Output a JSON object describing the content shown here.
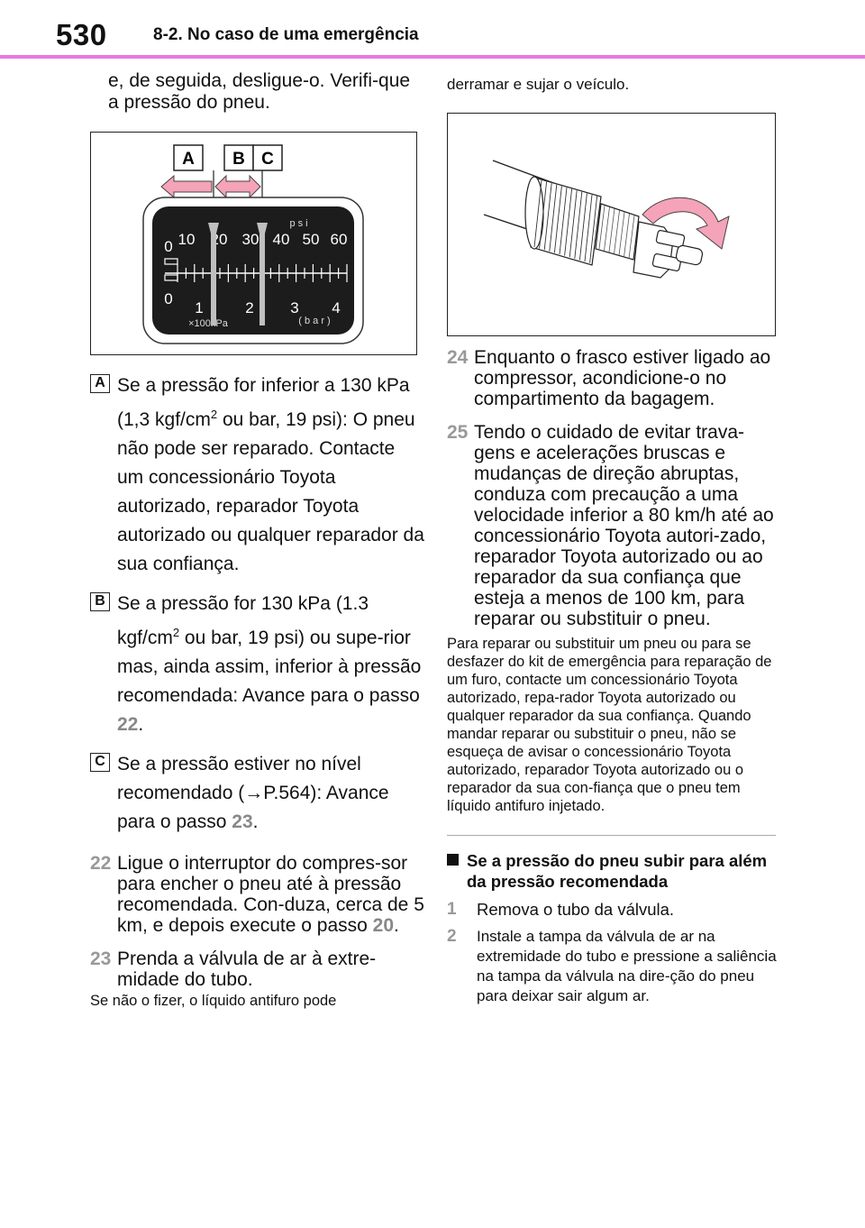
{
  "header": {
    "page_number": "530",
    "section": "8-2. No caso de uma emergência"
  },
  "left": {
    "intro": "e, de seguida, desligue-o. Verifi-que a pressão do pneu.",
    "gauge_figure": {
      "labels": [
        "A",
        "B",
        "C"
      ],
      "psi_unit": "psi",
      "psi_ticks": [
        "0",
        "10",
        "20",
        "30",
        "40",
        "50",
        "60"
      ],
      "bar_ticks": [
        "0",
        "1",
        "2",
        "3",
        "4"
      ],
      "kpa_unit": "×100kPa",
      "bar_unit": "( b a r )"
    },
    "items": [
      {
        "label": "A",
        "text_pre": "Se a pressão for inferior a 130 kPa (1,3 kgf/cm",
        "sup": "2",
        "text_post": " ou bar, 19 psi): O pneu não pode ser reparado. Contacte um concessionário Toyota autorizado, reparador Toyota autorizado ou qualquer reparador da sua confiança."
      },
      {
        "label": "B",
        "text_pre": "Se a pressão for 130 kPa (1.3 kgf/cm",
        "sup": "2",
        "text_post": " ou bar, 19 psi) ou supe-rior mas, ainda assim, inferior à pressão recomendada: Avance para o passo ",
        "ref": "22",
        "end": "."
      },
      {
        "label": "C",
        "text_pre": "Se a pressão estiver no nível recomendado (→P.564): Avance para o passo ",
        "ref": "23",
        "end": "."
      }
    ],
    "step22": {
      "num": "22",
      "text": "Ligue o interruptor do compres-sor para encher o pneu até à pressão recomendada. Con-duza, cerca de 5 km, e depois execute o passo ",
      "ref": "20",
      "end": "."
    },
    "step23": {
      "num": "23",
      "text": "Prenda a válvula de ar à extre-midade do tubo."
    },
    "note23": "Se não o fizer, o líquido antifuro pode"
  },
  "right": {
    "continued": "derramar e sujar o veículo.",
    "step24": {
      "num": "24",
      "text": "Enquanto o frasco estiver ligado ao compressor, acondicione-o no compartimento da bagagem."
    },
    "step25": {
      "num": "25",
      "text": "Tendo o cuidado de evitar trava-gens e acelerações bruscas e mudanças de direção abruptas, conduza com precaução a uma velocidade inferior a 80 km/h até ao concessionário Toyota autori-zado, reparador Toyota autorizado ou ao reparador da sua confiança que esteja a menos de 100 km, para reparar ou substituir o pneu."
    },
    "note25": "Para reparar ou substituir um pneu ou para se desfazer do kit de emergência para reparação de um furo, contacte um concessionário Toyota autorizado, repa-rador Toyota autorizado ou qualquer reparador da sua confiança. Quando mandar reparar ou substituir o pneu, não se esqueça de avisar o concessionário Toyota autorizado, reparador Toyota autorizado ou o reparador da sua con-fiança que o pneu tem líquido antifuro injetado.",
    "subheading": "Se a pressão do pneu subir para além da pressão recomendada",
    "sub_steps": [
      {
        "num": "1",
        "text": "Remova o tubo da válvula."
      },
      {
        "num": "2",
        "text": "Instale a tampa da válvula de ar na extremidade do tubo e pressione a saliência na tampa da válvula na dire-ção do pneu para deixar sair algum ar."
      }
    ]
  },
  "colors": {
    "accent_rule": "#e879e0",
    "step_number": "#999999",
    "arrow_fill": "#f5a3b8"
  }
}
